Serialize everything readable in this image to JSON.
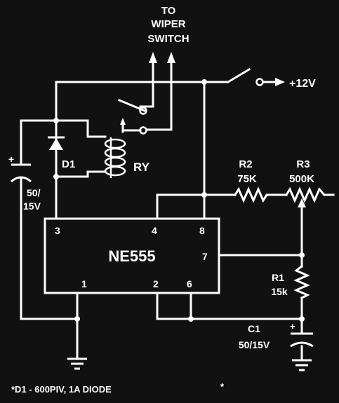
{
  "header": {
    "line1": "TO",
    "line2": "WIPER",
    "line3": "SWITCH"
  },
  "supply": {
    "label": "+12V"
  },
  "ic": {
    "name": "NE555",
    "pins": {
      "p1": "1",
      "p2": "2",
      "p3": "3",
      "p4": "4",
      "p6": "6",
      "p7": "7",
      "p8": "8"
    }
  },
  "diode": {
    "label": "D1"
  },
  "relay": {
    "label": "RY"
  },
  "cap_left": {
    "plus": "+",
    "value_line1": "50/",
    "value_line2": "15V"
  },
  "r2": {
    "name": "R2",
    "value": "75K"
  },
  "r3": {
    "name": "R3",
    "value": "500K"
  },
  "r1": {
    "name": "R1",
    "value": "15k"
  },
  "c1": {
    "name": "C1",
    "value": "50/15V",
    "plus": "+"
  },
  "footnote": {
    "text": "*D1 - 600PIV, 1A DIODE",
    "star": "*"
  },
  "colors": {
    "background": "#111111",
    "ink": "#ffffff"
  }
}
